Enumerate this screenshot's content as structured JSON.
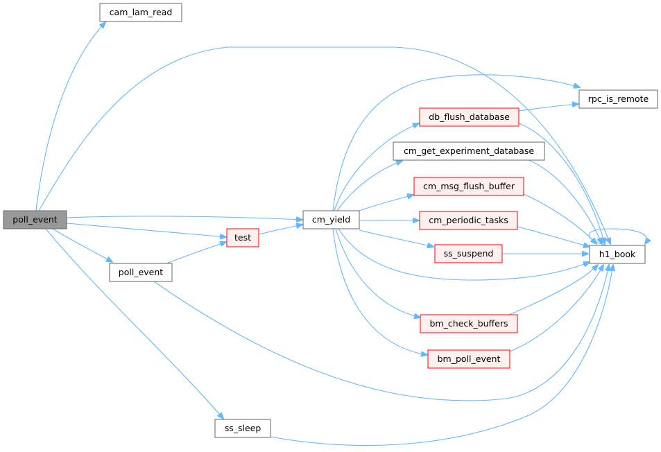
{
  "colors": {
    "edge": "#63b8ff",
    "root_fill": "#999999",
    "root_stroke": "#666666",
    "node_fill": "#ffffff",
    "node_stroke": "#666666",
    "missing_fill": "#fff0f0",
    "missing_stroke": "#ff0000"
  },
  "nodes": {
    "poll_event_root": {
      "label": "poll_event",
      "style": "root"
    },
    "cam_lam_read": {
      "label": "cam_lam_read",
      "style": "normal"
    },
    "cm_yield": {
      "label": "cm_yield",
      "style": "normal"
    },
    "test": {
      "label": "test",
      "style": "missing"
    },
    "poll_event_2": {
      "label": "poll_event",
      "style": "normal"
    },
    "ss_sleep": {
      "label": "ss_sleep",
      "style": "normal"
    },
    "db_flush_database": {
      "label": "db_flush_database",
      "style": "missing"
    },
    "cm_get_experiment_database": {
      "label": "cm_get_experiment_database",
      "style": "normal"
    },
    "cm_msg_flush_buffer": {
      "label": "cm_msg_flush_buffer",
      "style": "missing"
    },
    "cm_periodic_tasks": {
      "label": "cm_periodic_tasks",
      "style": "missing"
    },
    "ss_suspend": {
      "label": "ss_suspend",
      "style": "missing"
    },
    "bm_check_buffers": {
      "label": "bm_check_buffers",
      "style": "missing"
    },
    "bm_poll_event": {
      "label": "bm_poll_event",
      "style": "missing"
    },
    "rpc_is_remote": {
      "label": "rpc_is_remote",
      "style": "normal"
    },
    "h1_book": {
      "label": "h1_book",
      "style": "normal"
    }
  }
}
